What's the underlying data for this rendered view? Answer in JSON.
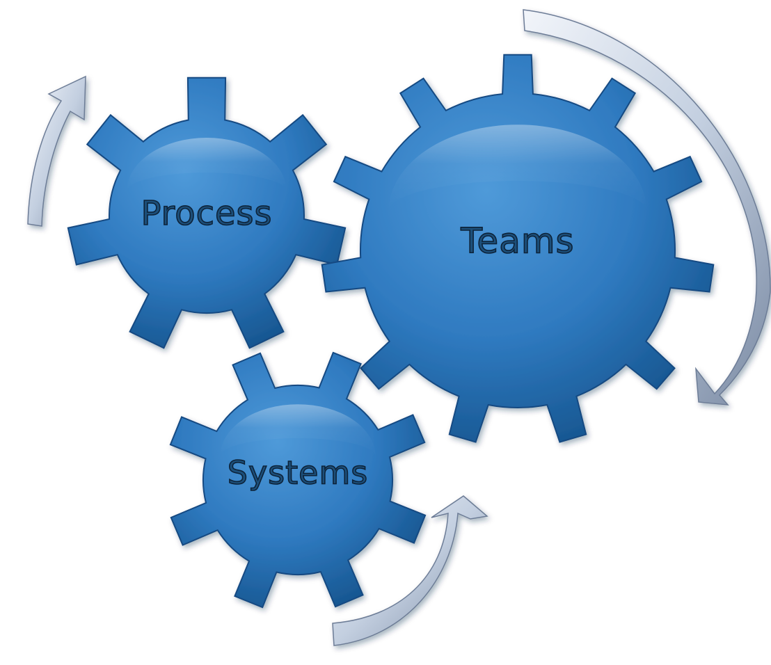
{
  "diagram": {
    "gears": [
      {
        "id": "process",
        "label": "Process"
      },
      {
        "id": "teams",
        "label": "Teams"
      },
      {
        "id": "systems",
        "label": "Systems"
      }
    ],
    "colors": {
      "gear_fill": "#2f7ac0",
      "gear_dark": "#14508c",
      "gear_highlight": "#5fa6e3",
      "label_fill": "#1e4f7a",
      "label_stroke": "#0c2238",
      "arrow_light": "#f2f5fa",
      "arrow_mid": "#c3cfe0",
      "arrow_dark": "#7a8aa3"
    },
    "arrows": [
      {
        "id": "arrow-process",
        "direction": "counter-clockwise"
      },
      {
        "id": "arrow-teams",
        "direction": "clockwise"
      },
      {
        "id": "arrow-systems",
        "direction": "counter-clockwise"
      }
    ]
  }
}
